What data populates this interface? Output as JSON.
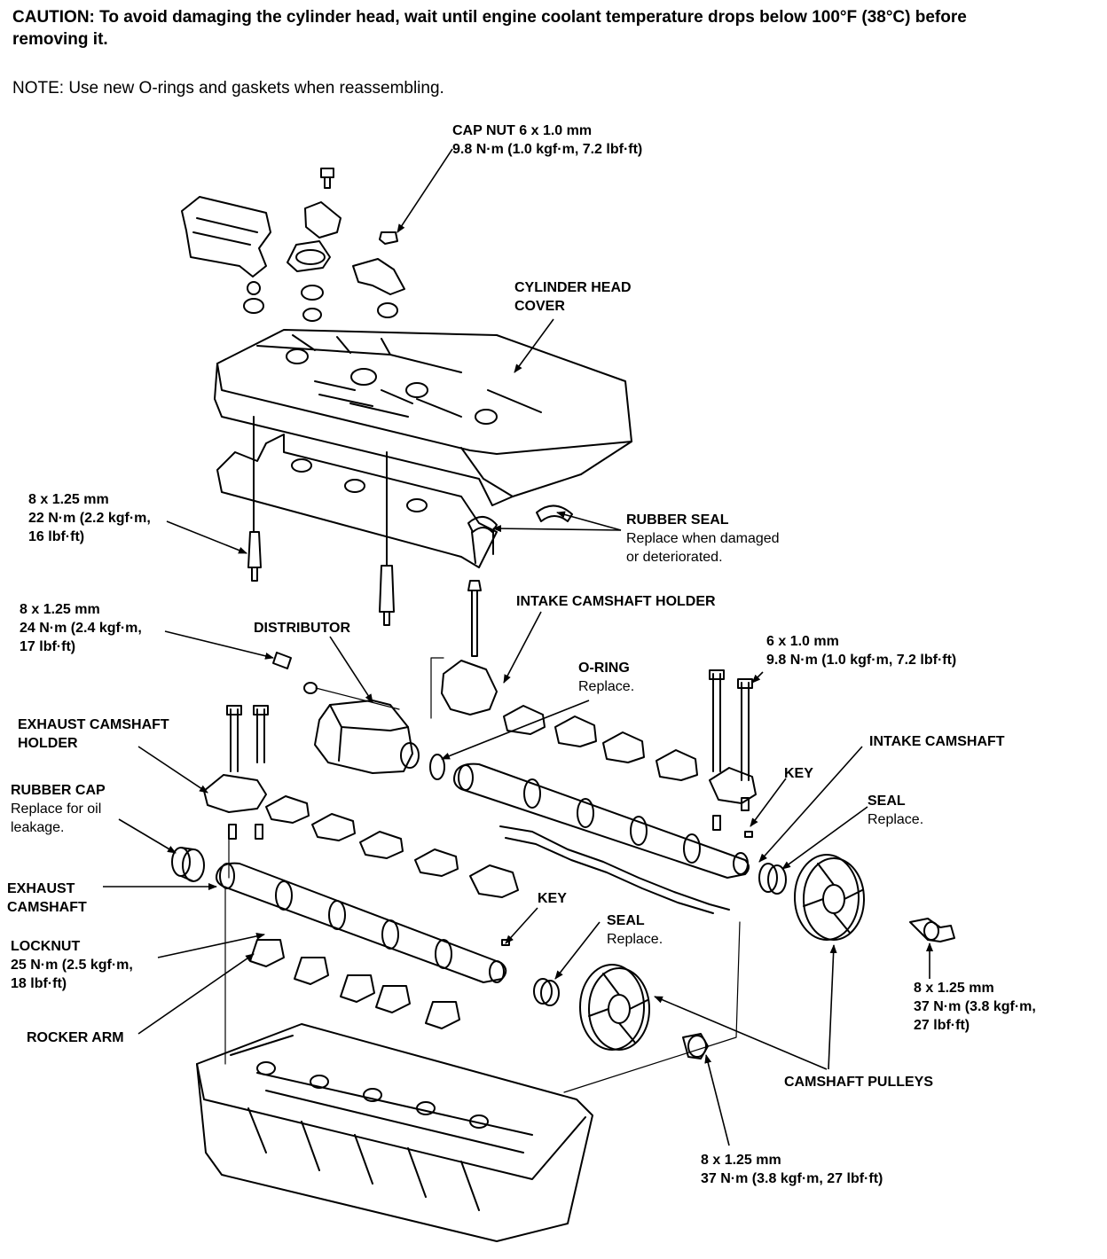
{
  "caution": {
    "line1": "CAUTION:  To avoid damaging the cylinder head, wait until engine coolant temperature drops below 100°F (38°C) before",
    "line2": "removing it."
  },
  "note": "NOTE:  Use new O-rings and gaskets when reassembling.",
  "labels": {
    "cap_nut": {
      "t1": "CAP NUT 6 x 1.0 mm",
      "t2": "9.8 N·m (1.0 kgf·m, 7.2 lbf·ft)"
    },
    "head_cover": {
      "t1": "CYLINDER HEAD",
      "t2": "COVER"
    },
    "spark_torque": {
      "t1": "8 x 1.25 mm",
      "t2": "22 N·m (2.2 kgf·m,",
      "t3": "16 lbf·ft)"
    },
    "rubber_seal": {
      "t1": "RUBBER SEAL",
      "s1": "Replace when damaged",
      "s2": "or deteriorated."
    },
    "dist_torque": {
      "t1": "8 x 1.25 mm",
      "t2": "24 N·m (2.4 kgf·m,",
      "t3": "17 lbf·ft)"
    },
    "distributor": {
      "t1": "DISTRIBUTOR"
    },
    "intake_holder": {
      "t1": "INTAKE CAMSHAFT HOLDER"
    },
    "holder_bolt": {
      "t1": "6 x 1.0 mm",
      "t2": "9.8 N·m (1.0 kgf·m, 7.2 lbf·ft)"
    },
    "oring": {
      "t1": "O-RING",
      "s1": "Replace."
    },
    "exhaust_holder": {
      "t1": "EXHAUST CAMSHAFT",
      "t2": "HOLDER"
    },
    "intake_camshaft": {
      "t1": "INTAKE CAMSHAFT"
    },
    "key_upper": {
      "t1": "KEY"
    },
    "rubber_cap": {
      "t1": "RUBBER CAP",
      "s1": "Replace for oil",
      "s2": "leakage."
    },
    "seal_upper": {
      "t1": "SEAL",
      "s1": "Replace."
    },
    "exhaust_camshaft": {
      "t1": "EXHAUST",
      "t2": "CAMSHAFT"
    },
    "key_lower": {
      "t1": "KEY"
    },
    "seal_lower": {
      "t1": "SEAL",
      "s1": "Replace."
    },
    "locknut": {
      "t1": "LOCKNUT",
      "t2": "25 N·m (2.5 kgf·m,",
      "t3": "18 lbf·ft)"
    },
    "pulley_bolt_right": {
      "t1": "8 x 1.25 mm",
      "t2": "37 N·m (3.8 kgf·m,",
      "t3": "27 lbf·ft)"
    },
    "rocker_arm": {
      "t1": "ROCKER ARM"
    },
    "camshaft_pulleys": {
      "t1": "CAMSHAFT PULLEYS"
    },
    "pulley_bolt_bottom": {
      "t1": "8 x 1.25 mm",
      "t2": "37 N·m (3.8 kgf·m, 27 lbf·ft)"
    }
  }
}
